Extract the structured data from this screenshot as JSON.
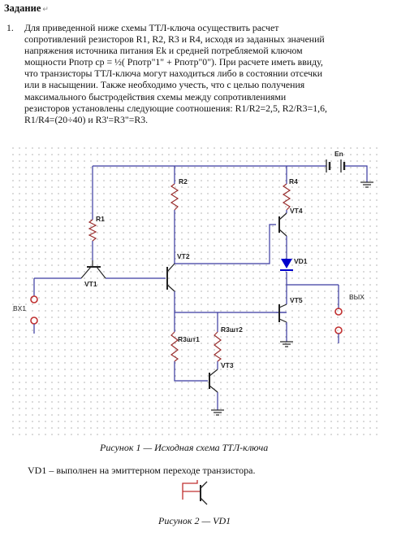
{
  "heading": {
    "title": "Задание",
    "mark": "↵"
  },
  "task": {
    "number": "1.",
    "lines": [
      "Для приведенной ниже схемы ТТЛ-ключа осуществить расчет",
      "сопротивлений резисторов R1, R2, R3 и R4, исходя из заданных значений",
      "напряжения источника питания Ek и средней потребляемой ключом",
      "мощности Pпотр ср = ½( Pпотр\"1\" + Pпотр\"0\"). При расчете иметь ввиду,",
      "что транзисторы ТТЛ-ключа могут находиться либо в состоянии отсечки",
      "или в насыщении. Также необходимо учесть, что с целью получения",
      "максимального быстродействия схемы между сопротивлениями",
      "резисторов установлены следующие соотношения: R1/R2=2,5, R2/R3=1,6,",
      "R1/R4=(20÷40) и R3'=R3\"=R3."
    ]
  },
  "schematic": {
    "labels": {
      "supply": "En",
      "r1": "R1",
      "r2": "R2",
      "r4": "R4",
      "vt1": "VT1",
      "vt2": "VT2",
      "vt3": "VT3",
      "vt4": "VT4",
      "vt5": "VT5",
      "vd1": "VD1",
      "r3a": "R3шт1",
      "r3b": "R3шт2",
      "input": "BX1",
      "output": "ВЫХ"
    },
    "wire_color": "#3a3aa0",
    "resistor_color": "#9a3030",
    "diode_color": "#0000cc",
    "terminal_color": "#c03030"
  },
  "figure1": {
    "caption": "Рисунок 1 — Исходная схема ТТЛ-ключа"
  },
  "note": {
    "text": "VD1 – выполнен на эмиттерном переходе транзистора."
  },
  "figure2": {
    "caption": "Рисунок 2 — VD1"
  }
}
